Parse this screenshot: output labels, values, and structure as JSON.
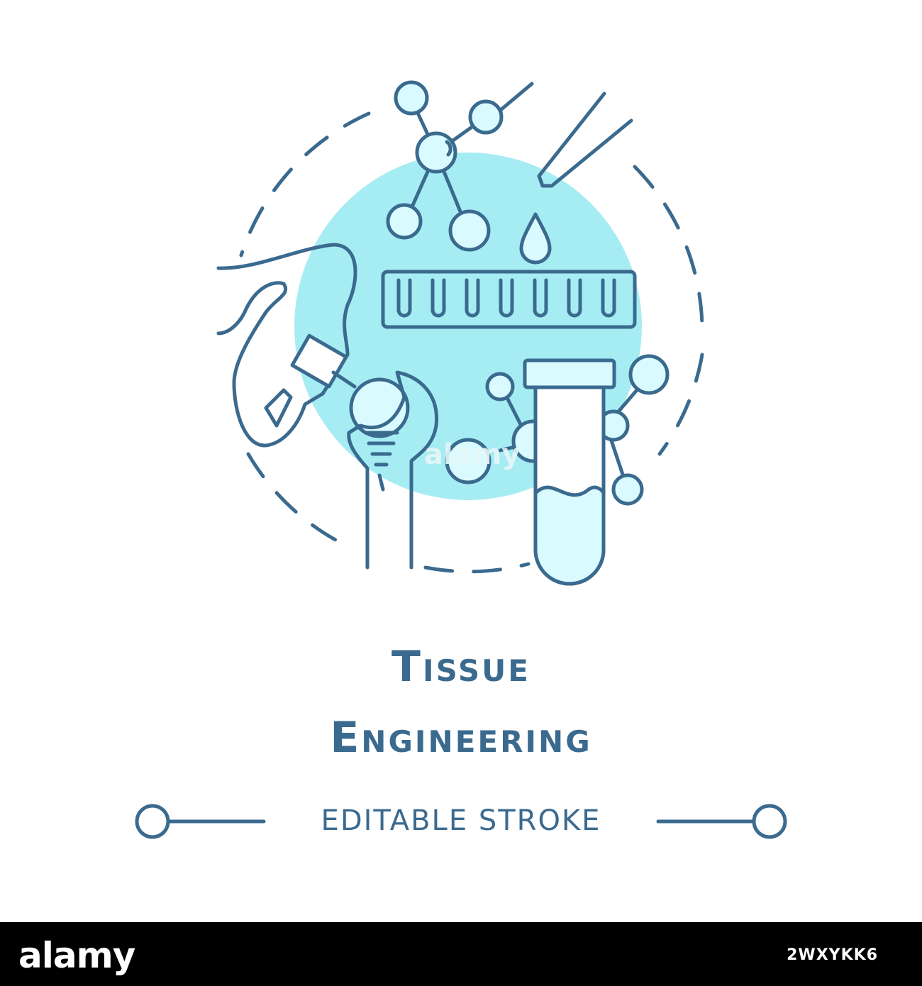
{
  "illustration": {
    "title_line1": "Tissue",
    "title_line2": "Engineering",
    "caption": "EDITABLE STROKE",
    "stroke_color": "#3b6a8f",
    "fill_color": "#a6edf3",
    "light_fill_color": "#d9fbff",
    "icons": [
      "molecule-icon",
      "dropper-icon",
      "droplet-icon",
      "scaffold-comb-icon",
      "hand-icon",
      "bone-implant-icon",
      "test-tube-icon",
      "wrench-icon"
    ]
  },
  "watermark": {
    "text": "alamy"
  },
  "footer": {
    "logo_text": "alamy",
    "image_id": "2WXYKK6",
    "background_color": "#000000"
  }
}
